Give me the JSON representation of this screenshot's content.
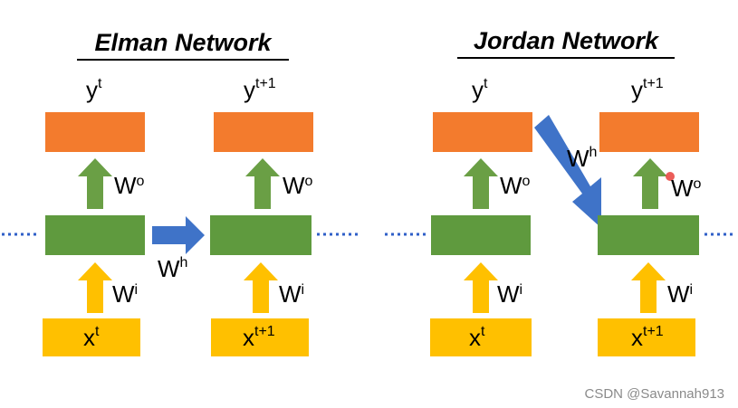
{
  "colors": {
    "output": "#f37b2d",
    "hidden": "#5f9a3e",
    "input": "#ffc000",
    "weight_up": "#6a9f45",
    "input_arrow": "#ffc000",
    "recurrent_arrow": "#3f73c8",
    "dots": "#2f5fc8"
  },
  "elman": {
    "title": "Elman Network",
    "left": {
      "y_base": "y",
      "y_sup": "t",
      "wo_base": "W",
      "wo_sup": "o",
      "wi_base": "W",
      "wi_sup": "i",
      "x_base": "x",
      "x_sup": "t"
    },
    "right": {
      "y_base": "y",
      "y_sup": "t+1",
      "wo_base": "W",
      "wo_sup": "o",
      "wi_base": "W",
      "wi_sup": "i",
      "x_base": "x",
      "x_sup": "t+1"
    },
    "wh_base": "W",
    "wh_sup": "h"
  },
  "jordan": {
    "title": "Jordan Network",
    "left": {
      "y_base": "y",
      "y_sup": "t",
      "wo_base": "W",
      "wo_sup": "o",
      "wi_base": "W",
      "wi_sup": "i",
      "x_base": "x",
      "x_sup": "t"
    },
    "right": {
      "y_base": "y",
      "y_sup": "t+1",
      "wo_base": "W",
      "wo_sup": "o",
      "wi_base": "W",
      "wi_sup": "i",
      "x_base": "x",
      "x_sup": "t+1"
    },
    "wh_base": "W",
    "wh_sup": "h"
  },
  "watermark": "CSDN @Savannah913"
}
